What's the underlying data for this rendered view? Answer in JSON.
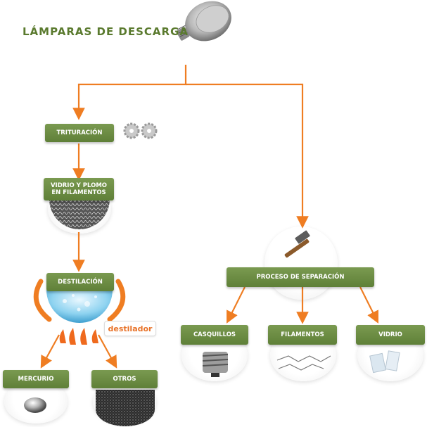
{
  "title": "LÁMPARAS DE DESCARGA",
  "nodes": {
    "trituracion": "TRITURACIÓN",
    "vidrio_plomo": "VIDRIO Y PLOMO EN FILAMENTOS",
    "destilacion": "DESTILACIÓN",
    "destilador": "destilador",
    "mercurio": "MERCURIO",
    "otros": "OTROS",
    "proceso": "PROCESO DE SEPARACIÓN",
    "casquillos": "CASQUILLOS",
    "filamentos": "FILAMENTOS",
    "vidrio": "VIDRIO"
  },
  "colors": {
    "arrow": "#ef7d22",
    "box": "#6a8c42",
    "title": "#5a7a2e"
  }
}
